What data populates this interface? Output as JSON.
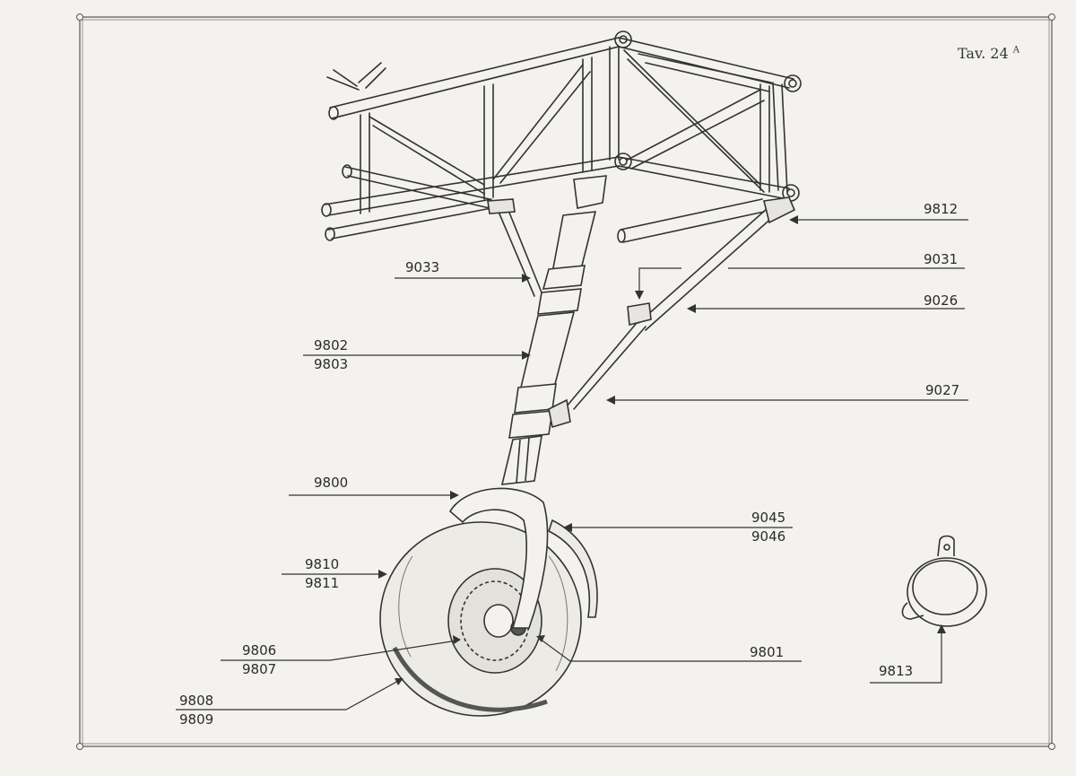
{
  "plate": {
    "label": "Tav. 24",
    "suffix": "A"
  },
  "callouts": {
    "c9812": "9812",
    "c9031": "9031",
    "c9026": "9026",
    "c9033": "9033",
    "c9802": "9802",
    "c9803": "9803",
    "c9027": "9027",
    "c9800": "9800",
    "c9045": "9045",
    "c9046": "9046",
    "c9810": "9810",
    "c9811": "9811",
    "c9806": "9806",
    "c9807": "9807",
    "c9801": "9801",
    "c9808": "9808",
    "c9809": "9809",
    "c9813": "9813"
  },
  "colors": {
    "paper": "#f3f2ef",
    "ink": "#2b2b2b"
  }
}
